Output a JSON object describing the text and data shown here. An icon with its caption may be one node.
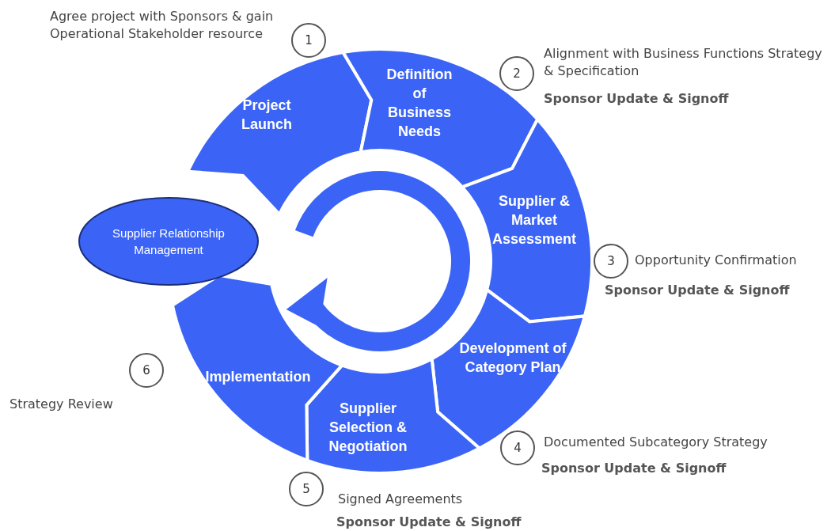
{
  "diagram": {
    "nodes": [
      {
        "text": [
          "Project Launch"
        ]
      },
      {
        "text": [
          "Definition of Business Needs"
        ]
      },
      {
        "text": [
          "Supplier & Market Assessment"
        ]
      },
      {
        "text": [
          "Development of Category Plan"
        ]
      },
      {
        "text": [
          "Supplier Selection & Negotiation"
        ]
      },
      {
        "text": [
          "Implementation"
        ]
      },
      {
        "text": [
          "Supplier Relationship Management"
        ]
      },
      {
        "text": [
          "1"
        ],
        "beside": [
          "Agree project with Sponsors & gain Operational Stakeholder resource"
        ]
      },
      {
        "text": [
          "2"
        ],
        "beside": [
          "Alignment with Business Functions Strategy & Specification",
          "Sponsor Update & Signoff"
        ]
      },
      {
        "text": [
          "3"
        ],
        "beside": [
          "Opportunity Confirmation",
          "Sponsor Update & Signoff"
        ]
      },
      {
        "text": [
          "4"
        ],
        "beside": [
          "Documented Subcategory Strategy",
          "Sponsor Update & Signoff"
        ]
      },
      {
        "text": [
          "5"
        ],
        "beside": [
          "Signed Agreements",
          "Sponsor Update & Signoff"
        ]
      },
      {
        "text": [
          "6"
        ],
        "beside": [
          "Strategy Review"
        ]
      }
    ]
  }
}
